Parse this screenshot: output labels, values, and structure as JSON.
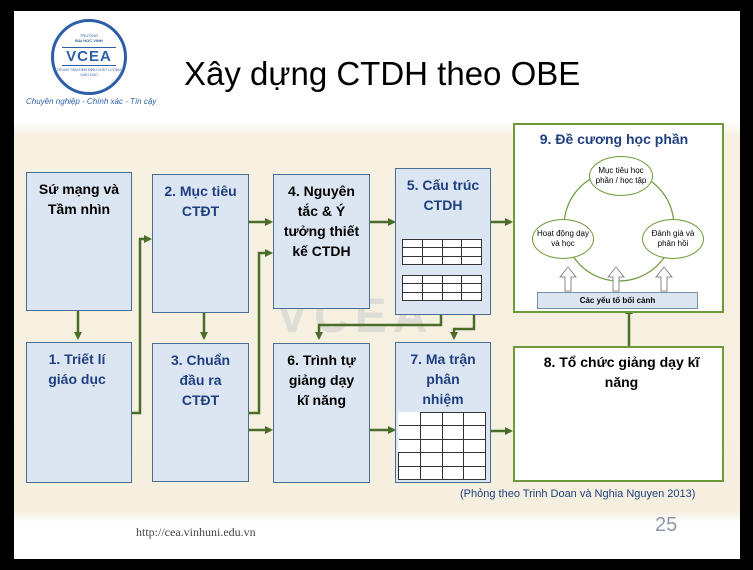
{
  "logo": {
    "line1": "TRƯỜNG",
    "line2": "ĐẠI HỌC VINH",
    "acronym": "VCEA",
    "line3": "TRUNG TÂM KIỂM ĐỊNH CHẤT LƯỢNG GIÁO DỤC"
  },
  "tagline": "Chuyên nghiệp - Chính xác - Tín cậy",
  "title": "Xây dựng CTDH theo OBE",
  "boxes": {
    "b_sumang": "Sứ mạng và Tầm nhìn",
    "b1": "1. Triết lí giáo dục",
    "b2": "2. Mục tiêu CTĐT",
    "b3": "3. Chuẩn đầu ra CTĐT",
    "b4": "4. Nguyên tắc & Ý tưởng thiết kế CTDH",
    "b5": "5. Cấu trúc CTDH",
    "b6": "6. Trình tự giảng dạy kĩ năng",
    "b7": "7. Ma trận phân nhiệm CĐR",
    "b8": "8. Tổ chức giảng dạy kĩ năng",
    "b9": "9. Đề cương học phần"
  },
  "b9_inner": {
    "top": "Mục tiêu học phần / học tập",
    "left": "Hoạt động dạy và học",
    "right": "Đánh giá và phản hồi",
    "context": "Các yếu tố bối cảnh"
  },
  "source": "(Phỏng theo Trinh Doan và Nghia Nguyen 2013)",
  "url": "http://cea.vinhuni.edu.vn",
  "page_number": "25",
  "colors": {
    "box_fill": "#dce6f2",
    "box_border": "#4a6d92",
    "arrow": "#4a6d2a",
    "green_border": "#6f9a3b",
    "blue_text": "#1f3f80"
  }
}
